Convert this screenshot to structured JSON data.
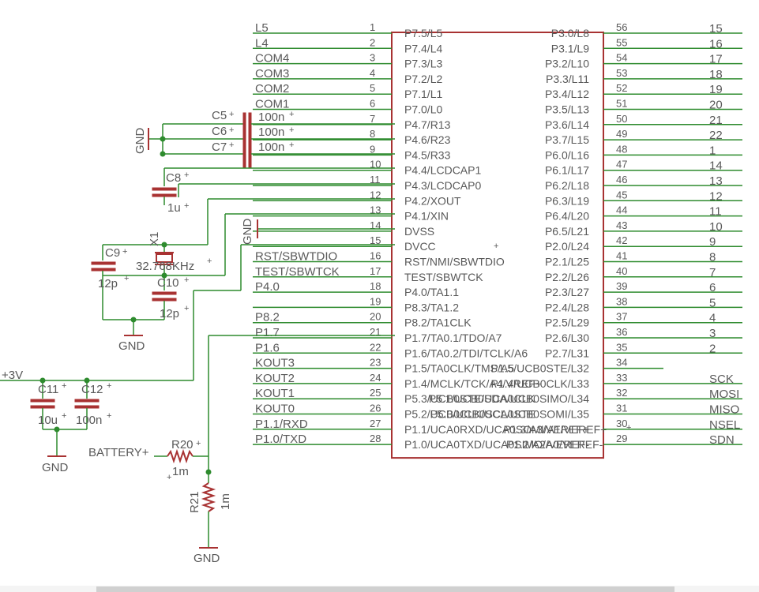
{
  "colors": {
    "wire": "#2e8b2e",
    "part": "#a83232",
    "text": "#595959"
  },
  "chip": {
    "left_pins": [
      {
        "num": "1",
        "name": "P7.5/L5",
        "net": "L5"
      },
      {
        "num": "2",
        "name": "P7.4/L4",
        "net": "L4"
      },
      {
        "num": "3",
        "name": "P7.3/L3",
        "net": "COM4"
      },
      {
        "num": "4",
        "name": "P7.2/L2",
        "net": "COM3"
      },
      {
        "num": "5",
        "name": "P7.1/L1",
        "net": "COM2"
      },
      {
        "num": "6",
        "name": "P7.0/L0",
        "net": "COM1"
      },
      {
        "num": "7",
        "name": "P4.7/R13",
        "net": ""
      },
      {
        "num": "8",
        "name": "P4.6/R23",
        "net": ""
      },
      {
        "num": "9",
        "name": "P4.5/R33",
        "net": ""
      },
      {
        "num": "10",
        "name": "P4.4/LCDCAP1",
        "net": ""
      },
      {
        "num": "11",
        "name": "P4.3/LCDCAP0",
        "net": ""
      },
      {
        "num": "12",
        "name": "P4.2/XOUT",
        "net": ""
      },
      {
        "num": "13",
        "name": "P4.1/XIN",
        "net": ""
      },
      {
        "num": "14",
        "name": "DVSS",
        "net": ""
      },
      {
        "num": "15",
        "name": "DVCC",
        "net": ""
      },
      {
        "num": "16",
        "name": "RST/NMI/SBWTDIO",
        "net": "RST/SBWTDIO"
      },
      {
        "num": "17",
        "name": "TEST/SBWTCK",
        "net": "TEST/SBWTCK"
      },
      {
        "num": "18",
        "name": "P4.0/TA1.1",
        "net": "P4.0"
      },
      {
        "num": "19",
        "name": "P8.3/TA1.2",
        "net": ""
      },
      {
        "num": "20",
        "name": "P8.2/TA1CLK",
        "net": "P8.2"
      },
      {
        "num": "21",
        "name": "P1.7/TA0.1/TDO/A7",
        "net": "P1.7"
      },
      {
        "num": "22",
        "name": "P1.6/TA0.2/TDI/TCLK/A6",
        "net": "P1.6"
      },
      {
        "num": "23",
        "name": "P1.5/TA0CLK/TMS/A5",
        "net": "KOUT3"
      },
      {
        "num": "24",
        "name": "P1.4/MCLK/TCK/A4/VREF+",
        "net": "KOUT2"
      },
      {
        "num": "25",
        "name": "P5.3/UCB0STE/UCA0CLK",
        "net": "KOUT1"
      },
      {
        "num": "26",
        "name": "P5.2/UCB0CLK/UCA0STE",
        "net": "KOUT0"
      },
      {
        "num": "27",
        "name": "P1.1/UCA0RXD/UCA0SOMI/A1/VEREF+",
        "net": "P1.1/RXD"
      },
      {
        "num": "28",
        "name": "P1.0/UCA0TXD/UCA0SIMO/A0/VEREF-",
        "net": "P1.0/TXD"
      }
    ],
    "right_pins": [
      {
        "num": "56",
        "name": "P3.0/L8",
        "net": "15"
      },
      {
        "num": "55",
        "name": "P3.1/L9",
        "net": "16"
      },
      {
        "num": "54",
        "name": "P3.2/L10",
        "net": "17"
      },
      {
        "num": "53",
        "name": "P3.3/L11",
        "net": "18"
      },
      {
        "num": "52",
        "name": "P3.4/L12",
        "net": "19"
      },
      {
        "num": "51",
        "name": "P3.5/L13",
        "net": "20"
      },
      {
        "num": "50",
        "name": "P3.6/L14",
        "net": "21"
      },
      {
        "num": "49",
        "name": "P3.7/L15",
        "net": "22"
      },
      {
        "num": "48",
        "name": "P6.0/L16",
        "net": "1"
      },
      {
        "num": "47",
        "name": "P6.1/L17",
        "net": "14"
      },
      {
        "num": "46",
        "name": "P6.2/L18",
        "net": "13"
      },
      {
        "num": "45",
        "name": "P6.3/L19",
        "net": "12"
      },
      {
        "num": "44",
        "name": "P6.4/L20",
        "net": "11"
      },
      {
        "num": "43",
        "name": "P6.5/L21",
        "net": "10"
      },
      {
        "num": "42",
        "name": "P2.0/L24",
        "net": "9"
      },
      {
        "num": "41",
        "name": "P2.1/L25",
        "net": "8"
      },
      {
        "num": "40",
        "name": "P2.2/L26",
        "net": "7"
      },
      {
        "num": "39",
        "name": "P2.3/L27",
        "net": "6"
      },
      {
        "num": "38",
        "name": "P2.4/L28",
        "net": "5"
      },
      {
        "num": "37",
        "name": "P2.5/L29",
        "net": "4"
      },
      {
        "num": "36",
        "name": "P2.6/L30",
        "net": "3"
      },
      {
        "num": "35",
        "name": "P2.7/L31",
        "net": "2"
      },
      {
        "num": "34",
        "name": "P1.5/UCB0STE/L32",
        "net": ""
      },
      {
        "num": "33",
        "name": "P1.4/UCB0CLK/L33",
        "net": "SCK"
      },
      {
        "num": "32",
        "name": "P5.1/UCB0SDA/UCB0SIMO/L34",
        "net": "MOSI"
      },
      {
        "num": "31",
        "name": "P5.0/UCB0SCL/UCB0SOMI/L35",
        "net": "MISO"
      },
      {
        "num": "30",
        "name": "P1.3/A3/VEREF+",
        "net": "NSEL"
      },
      {
        "num": "29",
        "name": "P1.2/A2/VEREF-",
        "net": "SDN"
      }
    ]
  },
  "components": {
    "c5": {
      "name": "C5",
      "value": "100n"
    },
    "c6": {
      "name": "C6",
      "value": "100n"
    },
    "c7": {
      "name": "C7",
      "value": "100n"
    },
    "c8": {
      "name": "C8",
      "value": "1u"
    },
    "c9": {
      "name": "C9",
      "value": "12p"
    },
    "c10": {
      "name": "C10",
      "value": "12p"
    },
    "c11": {
      "name": "C11",
      "value": "10u"
    },
    "c12": {
      "name": "C12",
      "value": "100n"
    },
    "x1": {
      "name": "X1",
      "value": "32.768KHz"
    },
    "r20": {
      "name": "R20",
      "value": "1m"
    },
    "r21": {
      "name": "R21",
      "value": "1m"
    }
  },
  "labels": {
    "gnd": "GND",
    "supply": "+3V",
    "battery": "BATTERY+",
    "plus": "+"
  }
}
